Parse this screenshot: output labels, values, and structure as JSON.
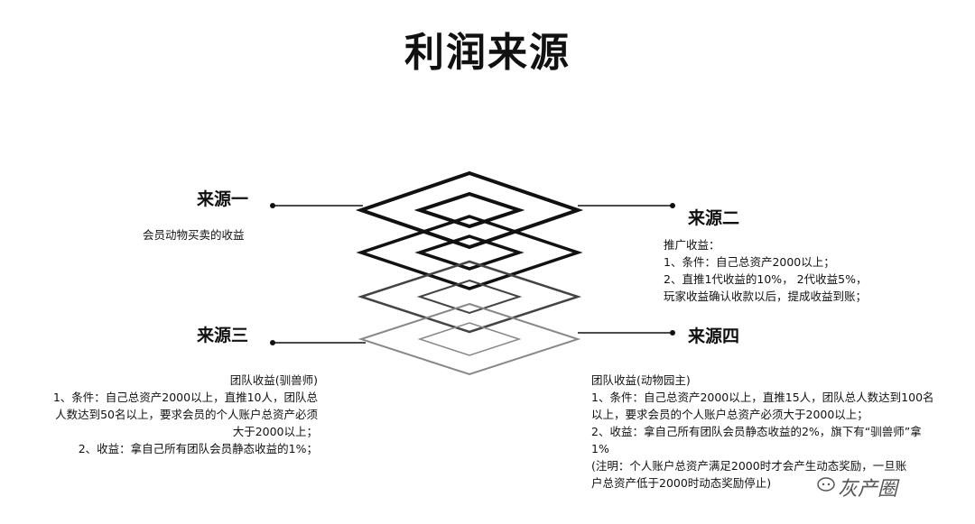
{
  "title": "利润来源",
  "sources": [
    {
      "heading": "来源一",
      "lines": [
        "会员动物买卖的收益"
      ]
    },
    {
      "heading": "来源二",
      "lines": [
        "推广收益：",
        "1、条件：自己总资产2000以上；",
        "2、直推1代收益的10%， 2代收益5%，",
        "玩家收益确认收款以后，提成收益到账；"
      ]
    },
    {
      "heading": "来源三",
      "lines": [
        "团队收益(驯兽师)",
        "1、条件：自己总资产2000以上，直推10人，团队总",
        "人数达到50名以上，要求会员的个人账户总资产必须",
        "大于2000以上；",
        "2、收益：拿自己所有团队会员静态收益的1%；"
      ]
    },
    {
      "heading": "来源四",
      "lines": [
        "团队收益(动物园主)",
        "1、条件：自己总资产2000以上，直推15人，团队总人数达到100名",
        "以上，要求会员的个人账户总资产必须大于2000以上；",
        "2、收益：拿自己所有团队会员静态收益的2%，旗下有“驯兽师”拿",
        "1%",
        "(注明：个人账户总资产满足2000时才会产生动态奖励，一旦账",
        "户总资产低于2000时动态奖励停止)"
      ]
    }
  ],
  "watermark": "灰产圈"
}
